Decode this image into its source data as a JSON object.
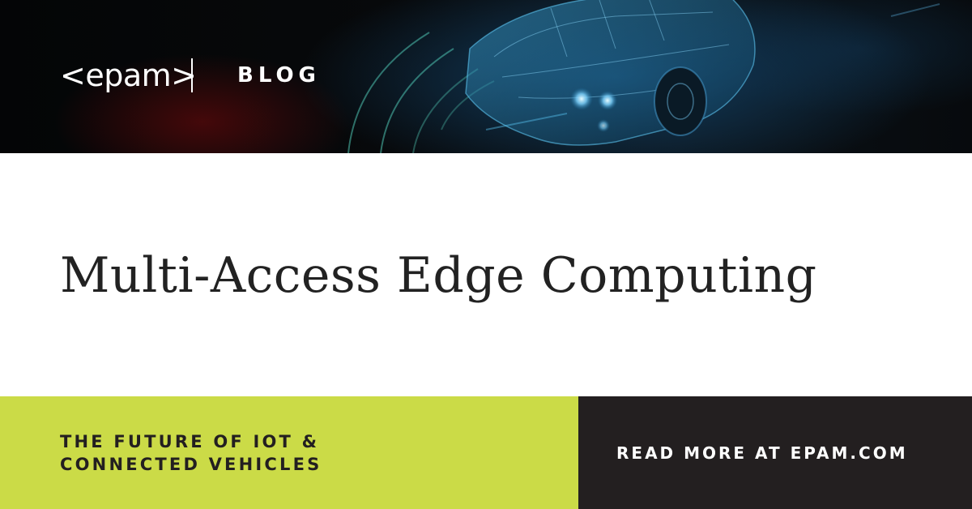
{
  "header": {
    "logo_text": "<epam>",
    "section_label": "BLOG",
    "background_image": "connected-car-hologram"
  },
  "main": {
    "title": "Multi-Access Edge Computing"
  },
  "footer": {
    "tagline_line1": "THE FUTURE OF IOT &",
    "tagline_line2": "CONNECTED VEHICLES",
    "cta": "READ MORE AT EPAM.COM"
  },
  "colors": {
    "accent_green": "#cbdb47",
    "dark": "#231f20",
    "header_bg": "#07090b",
    "hologram_blue": "#3aa8d8",
    "headlight_glow": "#8fd8ff"
  }
}
